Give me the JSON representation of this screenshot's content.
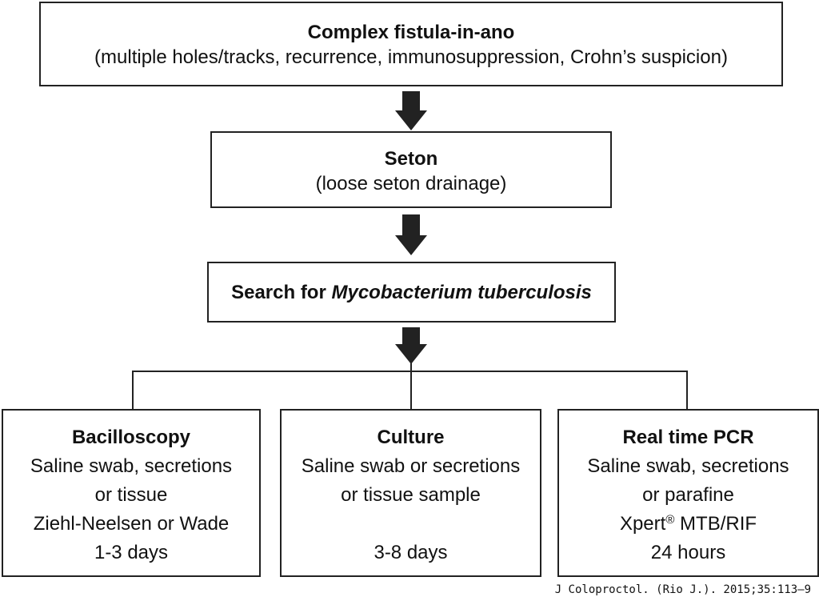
{
  "top_box": {
    "title": "Complex fistula-in-ano",
    "subtitle": "(multiple holes/tracks, recurrence, immunosuppression, Crohn’s suspicion)"
  },
  "seton_box": {
    "title": "Seton",
    "subtitle": "(loose seton drainage)"
  },
  "search_box": {
    "prefix": "Search for ",
    "organism": "Mycobacterium tuberculosis"
  },
  "methods": {
    "bacilloscopy": {
      "title": "Bacilloscopy",
      "line1": "Saline swab, secretions",
      "line2": "or tissue",
      "line3": "Ziehl-Neelsen or Wade",
      "time": "1-3 days"
    },
    "culture": {
      "title": "Culture",
      "line1": "Saline swab or secretions",
      "line2": "or tissue sample",
      "time": "3-8 days"
    },
    "pcr": {
      "title": "Real time PCR",
      "line1": "Saline swab, secretions",
      "line2": "or parafine",
      "test_name": "Xpert",
      "test_mark": "®",
      "test_suffix": " MTB/RIF",
      "time": "24 hours"
    }
  },
  "citation": "J Coloproctol. (Rio J.). 2015;35:113–9",
  "colors": {
    "line": "#222222",
    "arrow": "#222222",
    "background": "#ffffff"
  }
}
